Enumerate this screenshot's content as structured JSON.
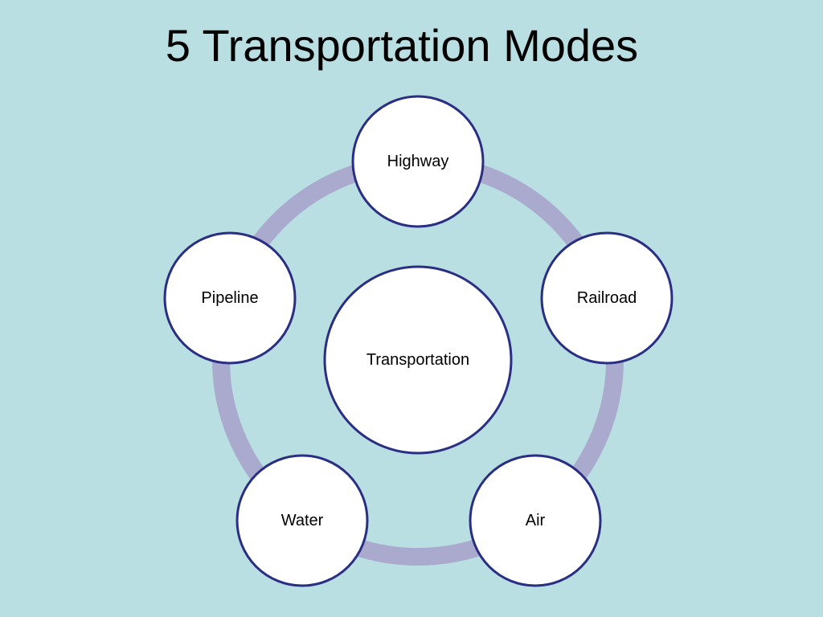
{
  "title": "5 Transportation Modes",
  "colors": {
    "background": "#b9dfe3",
    "ring": "#a9aacd",
    "node_fill": "#ffffff",
    "node_stroke": "#2a2f84"
  },
  "center": {
    "label": "Transportation"
  },
  "nodes": [
    {
      "label": "Highway"
    },
    {
      "label": "Railroad"
    },
    {
      "label": "Air"
    },
    {
      "label": "Water"
    },
    {
      "label": "Pipeline"
    }
  ]
}
